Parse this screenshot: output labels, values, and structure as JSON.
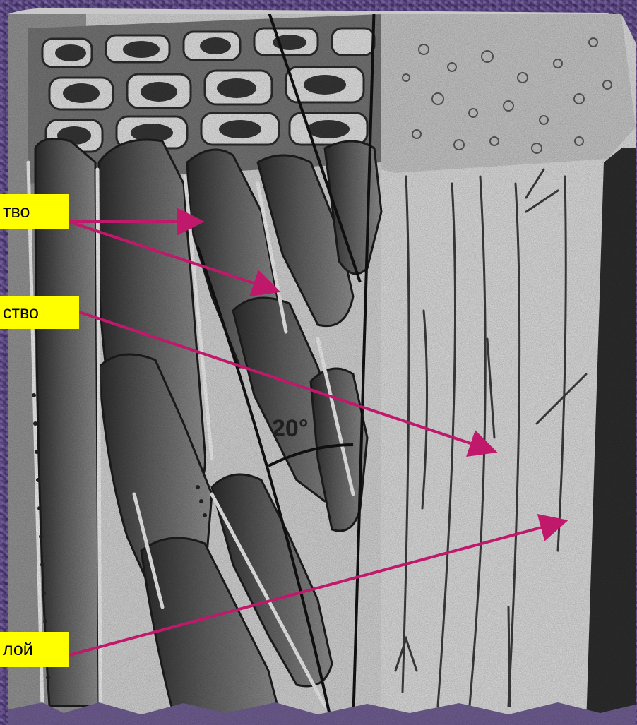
{
  "labels": {
    "label1": "тво",
    "label2": "ство",
    "label3": "лой"
  },
  "drawing": {
    "angle_mark": "20°"
  },
  "colors": {
    "label_bg": "#ffff00",
    "arrow": "#c0186a",
    "background": "#4a3a6a"
  }
}
